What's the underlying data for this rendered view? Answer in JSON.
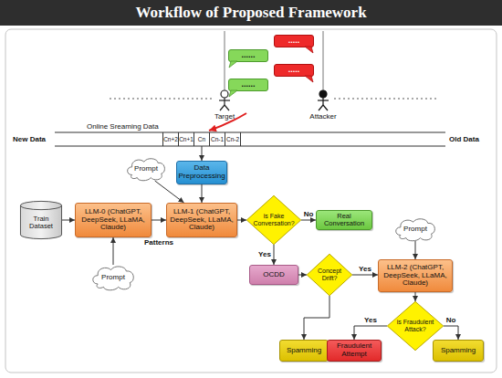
{
  "diagram": {
    "title": "Workflow of Proposed Framework",
    "nodes": [
      {
        "text": [
          "....."
        ]
      },
      {
        "text": [
          "......"
        ]
      },
      {
        "text": [
          "....."
        ]
      },
      {
        "text": [
          "......"
        ]
      },
      {
        "text": [
          "Data Preprocessing"
        ]
      },
      {
        "text": [
          "Train Dataset"
        ]
      },
      {
        "text": [
          "Prompt"
        ]
      },
      {
        "text": [
          "LLM-0 (ChatGPT, DeepSeek, LLaMA, Claude)"
        ]
      },
      {
        "text": [
          "Prompt"
        ]
      },
      {
        "text": [
          "LLM-1 (ChatGPT, DeepSeek, LLaMA, Claude)"
        ]
      },
      {
        "text": [
          "is Fake Conversation?"
        ]
      },
      {
        "text": [
          "Real Conversation"
        ]
      },
      {
        "text": [
          "Prompt"
        ]
      },
      {
        "text": [
          "OCDD"
        ]
      },
      {
        "text": [
          "Concept Drift?"
        ]
      },
      {
        "text": [
          "LLM-2 (ChatGPT, DeepSeek, LLaMA, Claude)"
        ]
      },
      {
        "text": [
          "is Fraudulent Attack?"
        ]
      },
      {
        "text": [
          "Spamming"
        ]
      },
      {
        "text": [
          "Fraudulent Attempt"
        ]
      },
      {
        "text": [
          "Spamming"
        ]
      }
    ],
    "edges": [
      {
        "from": 4,
        "to": 9,
        "arrow": "to"
      },
      {
        "from": 5,
        "to": 7,
        "arrow": "to"
      },
      {
        "from": 6,
        "to": 7,
        "arrow": "to"
      },
      {
        "from": 7,
        "to": 9,
        "label": "Patterns",
        "arrow": "to"
      },
      {
        "from": 8,
        "to": 9,
        "arrow": "to"
      },
      {
        "from": 9,
        "to": 10,
        "arrow": "to"
      },
      {
        "from": 10,
        "to": 11,
        "label": "No",
        "arrow": "to"
      },
      {
        "from": 10,
        "to": 13,
        "label": "Yes",
        "arrow": "to"
      },
      {
        "from": 13,
        "to": 14,
        "arrow": "to"
      },
      {
        "from": 14,
        "to": 15,
        "label": "Yes",
        "arrow": "to"
      },
      {
        "from": 14,
        "to": 17,
        "arrow": "to"
      },
      {
        "from": 12,
        "to": 15,
        "arrow": "to"
      },
      {
        "from": 15,
        "to": 16,
        "arrow": "to"
      },
      {
        "from": 16,
        "to": 18,
        "label": "Yes",
        "arrow": "to"
      },
      {
        "from": 16,
        "to": 19,
        "label": "No",
        "arrow": "to"
      }
    ],
    "labels": [
      "Target",
      "Attacker",
      "Online Sreaming Data",
      "New Data",
      "Old Data",
      "Cn+2",
      "Cn+1",
      "Cn",
      "Cn-1",
      "Cn-2"
    ]
  }
}
